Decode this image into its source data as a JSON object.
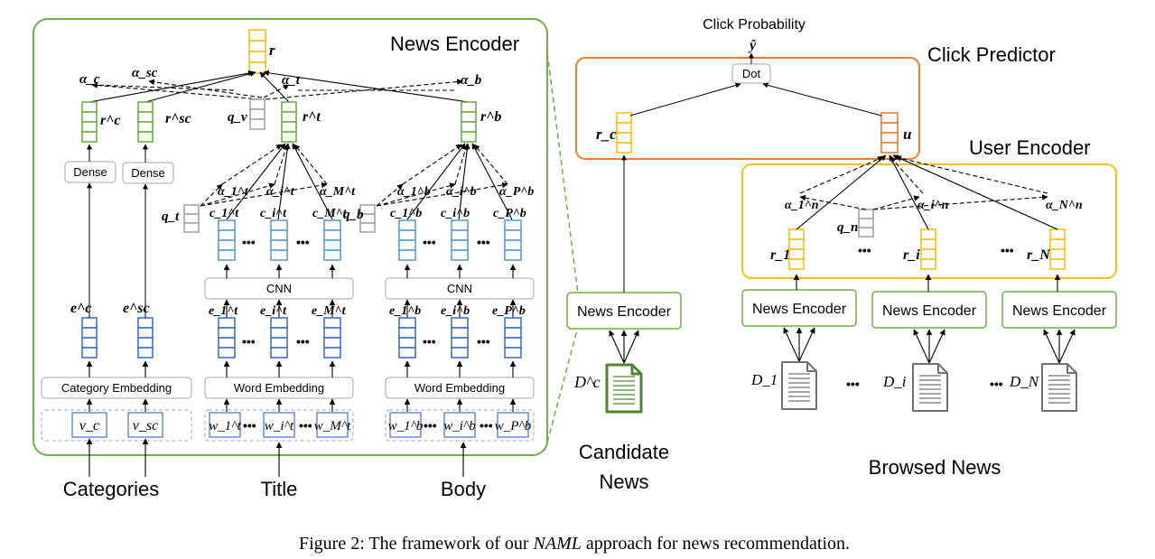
{
  "news_encoder": {
    "title": "News Encoder",
    "output": "r",
    "alphas": {
      "c": "α_c",
      "sc": "α_sc",
      "t": "α_t",
      "b": "α_b"
    },
    "qv": "q_v",
    "rc": "r^c",
    "rsc": "r^sc",
    "rt": "r^t",
    "rb": "r^b",
    "dense": "Dense",
    "qt": "q_t",
    "qb": "q_b",
    "title_attn": [
      "α_1^t",
      "α_i^t",
      "α_M^t"
    ],
    "body_attn": [
      "α_1^b",
      "α_i^b",
      "α_P^b"
    ],
    "title_ctx": [
      "c_1^t",
      "c_i^t",
      "c_M^t"
    ],
    "body_ctx": [
      "c_1^b",
      "c_i^b",
      "c_P^b"
    ],
    "cnn": "CNN",
    "ec": "e^c",
    "esc": "e^sc",
    "title_emb": [
      "e_1^t",
      "e_i^t",
      "e_M^t"
    ],
    "body_emb": [
      "e_1^b",
      "e_i^b",
      "e_P^b"
    ],
    "category_embedding": "Category Embedding",
    "word_embedding": "Word Embedding",
    "vc": "v_c",
    "vsc": "v_sc",
    "title_words": [
      "w_1^t",
      "w_i^t",
      "w_M^t"
    ],
    "body_words": [
      "w_1^b",
      "w_i^b",
      "w_P^b"
    ],
    "ellipsis": "•••"
  },
  "inputs": {
    "categories": "Categories",
    "title": "Title",
    "body": "Body"
  },
  "click_predictor": {
    "label": "Click Predictor",
    "click_probability": "Click Probability",
    "y_hat": "ŷ",
    "dot": "Dot",
    "rc": "r_c",
    "u": "u"
  },
  "user_encoder": {
    "label": "User Encoder",
    "alphas": [
      "α_1^n",
      "α_i^n",
      "α_N^n"
    ],
    "qn": "q_n",
    "reps": [
      "r_1",
      "r_i",
      "r_N"
    ]
  },
  "candidate": {
    "encoder": "News Encoder",
    "doc": "D^c",
    "label_line1": "Candidate",
    "label_line2": "News"
  },
  "browsed": {
    "encoders": [
      "News Encoder",
      "News Encoder",
      "News Encoder"
    ],
    "docs": [
      "D_1",
      "D_i",
      "D_N"
    ],
    "label": "Browsed News"
  },
  "caption": {
    "prefix": "Figure 2: The framework of our ",
    "emph": "NAML",
    "suffix": " approach for news recommendation."
  },
  "colors": {
    "green": "#70ad47",
    "orange": "#ed7d31",
    "yellow": "#f6c015",
    "blue": "#5b9bd5",
    "navy": "#4472c4",
    "gray": "#a5a5a5",
    "doc_gray": "#707070",
    "doc_green": "#548235"
  }
}
